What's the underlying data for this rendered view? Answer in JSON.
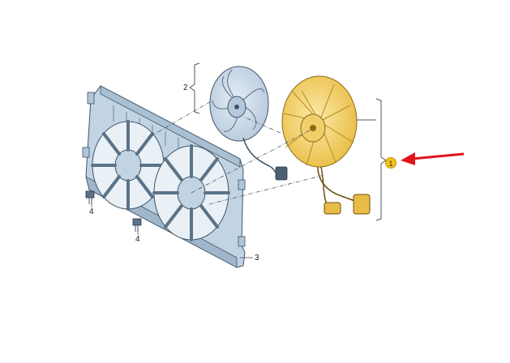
{
  "parts": [
    {
      "number": "1",
      "highlighted": true
    },
    {
      "number": "2",
      "highlighted": false
    },
    {
      "number": "3",
      "highlighted": false
    },
    {
      "number": "4",
      "highlighted": false
    },
    {
      "number": "4",
      "highlighted": false
    }
  ],
  "colors": {
    "shroud": "#b8cde0",
    "shroud_outline": "#3e5466",
    "fan_2": "#c7d8e8",
    "fan_1_highlight": "#f5d77a",
    "fan_1_outline": "#8a6a14",
    "callout_badge": "#f2c21a",
    "arrow": "#e0141a"
  }
}
